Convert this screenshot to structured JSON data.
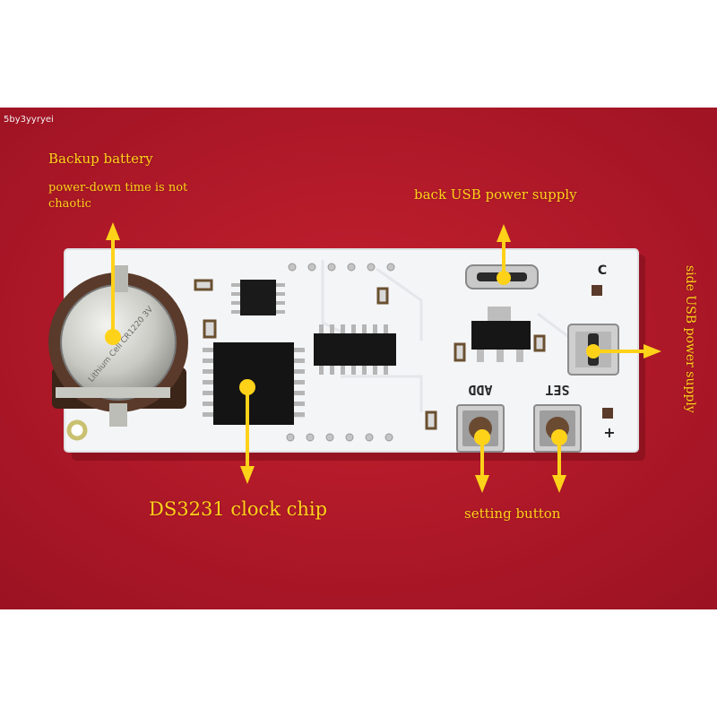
{
  "watermark": "5by3yyryei",
  "labels": {
    "backup_battery": "Backup battery",
    "power_down_line1": "power-down time is not",
    "power_down_line2": "chaotic",
    "back_usb": "back USB power supply",
    "side_usb": "side USB power supply",
    "clock_chip": "DS3231 clock chip",
    "setting_button": "setting button"
  },
  "board_markings": {
    "battery_text": "Lithium Cell CR1220 3V",
    "button_add": "ADD",
    "button_set": "SET",
    "corner_c": "C",
    "polarity_plus": "+"
  },
  "colors": {
    "background_red": "#b1182a",
    "board_white": "#f4f5f7",
    "annotation_yellow": "#ffd21a"
  }
}
